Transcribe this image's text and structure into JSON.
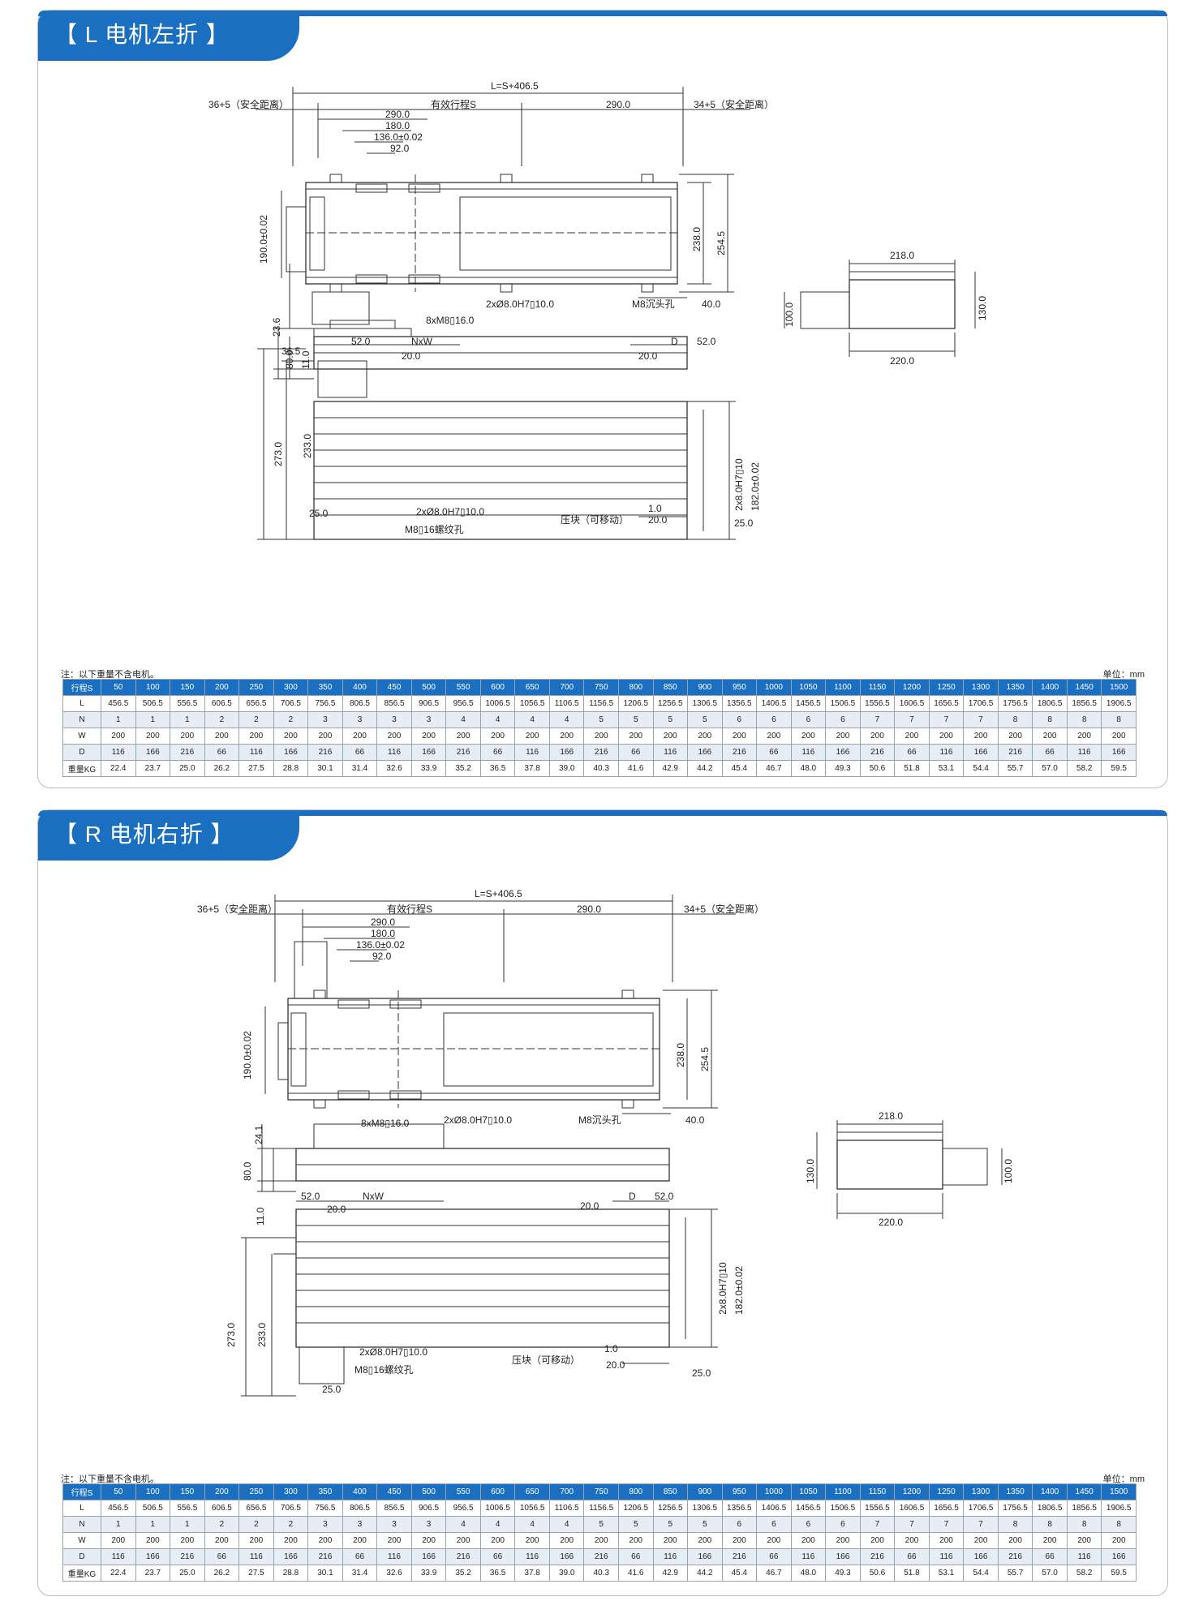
{
  "sections": [
    {
      "title": "【 L 电机左折 】",
      "note": "注：以下重量不含电机。",
      "unit": "单位：mm",
      "labels": {
        "total_length": "L=S+406.5",
        "safety_left": "36+5（安全距离）",
        "effective_stroke": "有效行程S",
        "dim_290_top": "290.0",
        "safety_right": "34+5（安全距离）",
        "dim_290": "290.0",
        "dim_180": "180.0",
        "dim_136": "136.0±0.02",
        "dim_92": "92.0",
        "dim_190": "190.0±0.02",
        "dim_238": "238.0",
        "dim_254": "254.5",
        "pin_holes_top": "2xØ8.0H7▯10.0",
        "m8_countersink": "M8沉头孔",
        "dim_40": "40.0",
        "m8_thread": "8xM8▯16.0",
        "dim_23_6": "23.6",
        "dim_80": "80.0",
        "dim_11": "11.0",
        "dim_36_5": "36.5",
        "dim_52_left": "52.0",
        "nxw": "NxW",
        "dim_20_left": "20.0",
        "dim_d": "D",
        "dim_52_right": "52.0",
        "dim_20_right": "20.0",
        "dim_273": "273.0",
        "dim_233": "233.0",
        "pin_side": "2x8.0H7▯10",
        "dim_182": "182.0±0.02",
        "dim_25_left": "25.0",
        "pin_holes_bottom": "2xØ8.0H7▯10.0",
        "m8_16_thread": "M8▯16螺纹孔",
        "slider_block": "压块（可移动）",
        "dim_1": "1.0",
        "dim_20_bottom": "20.0",
        "dim_25_right": "25.0",
        "dim_218": "218.0",
        "dim_100": "100.0",
        "dim_130": "130.0",
        "dim_220": "220.0"
      }
    },
    {
      "title": "【 R 电机右折 】",
      "note": "注：以下重量不含电机。",
      "unit": "单位：mm",
      "labels": {
        "total_length": "L=S+406.5",
        "safety_left": "36+5（安全距离）",
        "effective_stroke": "有效行程S",
        "dim_290_top": "290.0",
        "safety_right": "34+5（安全距离）",
        "dim_290": "290.0",
        "dim_180": "180.0",
        "dim_136": "136.0±0.02",
        "dim_92": "92.0",
        "dim_190": "190.0±0.02",
        "dim_238": "238.0",
        "dim_254": "254.5",
        "pin_holes_top": "2xØ8.0H7▯10.0",
        "m8_countersink": "M8沉头孔",
        "dim_40": "40.0",
        "m8_thread": "8xM8▯16.0",
        "dim_24_1": "24.1",
        "dim_80": "80.0",
        "dim_11": "11.0",
        "dim_52_left": "52.0",
        "nxw": "NxW",
        "dim_20_left": "20.0",
        "dim_d": "D",
        "dim_52_right": "52.0",
        "dim_20_right": "20.0",
        "dim_273": "273.0",
        "dim_233": "233.0",
        "pin_side": "2x8.0H7▯10",
        "dim_182": "182.0±0.02",
        "dim_25_left": "25.0",
        "pin_holes_bottom": "2xØ8.0H7▯10.0",
        "m8_16_thread": "M8▯16螺纹孔",
        "slider_block": "压块（可移动）",
        "dim_1": "1.0",
        "dim_20_bottom": "20.0",
        "dim_25_right": "25.0",
        "dim_218": "218.0",
        "dim_100": "100.0",
        "dim_130": "130.0",
        "dim_220": "220.0"
      }
    }
  ],
  "spec_table": {
    "rows": [
      {
        "label": "行程S",
        "values": [
          "50",
          "100",
          "150",
          "200",
          "250",
          "300",
          "350",
          "400",
          "450",
          "500",
          "550",
          "600",
          "650",
          "700",
          "750",
          "800",
          "850",
          "900",
          "950",
          "1000",
          "1050",
          "1100",
          "1150",
          "1200",
          "1250",
          "1300",
          "1350",
          "1400",
          "1450",
          "1500"
        ]
      },
      {
        "label": "L",
        "values": [
          "456.5",
          "506.5",
          "556.5",
          "606.5",
          "656.5",
          "706.5",
          "756.5",
          "806.5",
          "856.5",
          "906.5",
          "956.5",
          "1006.5",
          "1056.5",
          "1106.5",
          "1156.5",
          "1206.5",
          "1256.5",
          "1306.5",
          "1356.5",
          "1406.5",
          "1456.5",
          "1506.5",
          "1556.5",
          "1606.5",
          "1656.5",
          "1706.5",
          "1756.5",
          "1806.5",
          "1856.5",
          "1906.5"
        ]
      },
      {
        "label": "N",
        "values": [
          "1",
          "1",
          "1",
          "2",
          "2",
          "2",
          "3",
          "3",
          "3",
          "3",
          "4",
          "4",
          "4",
          "4",
          "5",
          "5",
          "5",
          "5",
          "6",
          "6",
          "6",
          "6",
          "7",
          "7",
          "7",
          "7",
          "8",
          "8",
          "8",
          "8"
        ]
      },
      {
        "label": "W",
        "values": [
          "200",
          "200",
          "200",
          "200",
          "200",
          "200",
          "200",
          "200",
          "200",
          "200",
          "200",
          "200",
          "200",
          "200",
          "200",
          "200",
          "200",
          "200",
          "200",
          "200",
          "200",
          "200",
          "200",
          "200",
          "200",
          "200",
          "200",
          "200",
          "200",
          "200"
        ]
      },
      {
        "label": "D",
        "values": [
          "116",
          "166",
          "216",
          "66",
          "116",
          "166",
          "216",
          "66",
          "116",
          "166",
          "216",
          "66",
          "116",
          "166",
          "216",
          "66",
          "116",
          "166",
          "216",
          "66",
          "116",
          "166",
          "216",
          "66",
          "116",
          "166",
          "216",
          "66",
          "116",
          "166"
        ]
      },
      {
        "label": "重量KG",
        "values": [
          "22.4",
          "23.7",
          "25.0",
          "26.2",
          "27.5",
          "28.8",
          "30.1",
          "31.4",
          "32.6",
          "33.9",
          "35.2",
          "36.5",
          "37.8",
          "39.0",
          "40.3",
          "41.6",
          "42.9",
          "44.2",
          "45.4",
          "46.7",
          "48.0",
          "49.3",
          "50.6",
          "51.8",
          "53.1",
          "54.4",
          "55.7",
          "57.0",
          "58.2",
          "59.5"
        ]
      }
    ]
  }
}
